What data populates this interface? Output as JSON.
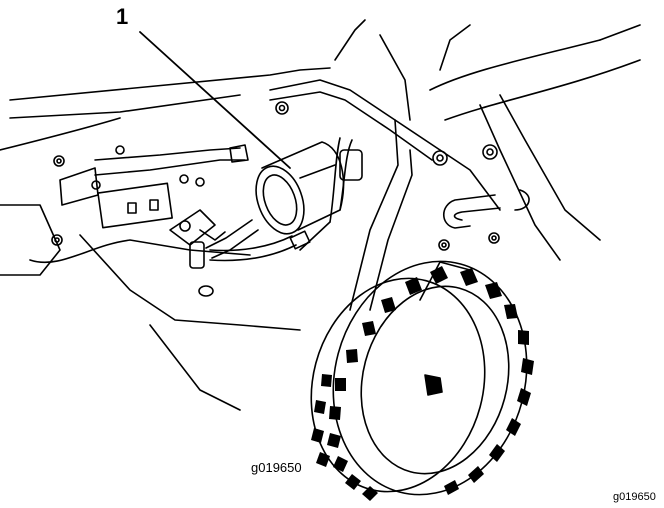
{
  "callout": {
    "number": "1"
  },
  "figure_id": "g019650",
  "corner_id": "g019650",
  "colors": {
    "line": "#000000",
    "background": "#ffffff"
  }
}
